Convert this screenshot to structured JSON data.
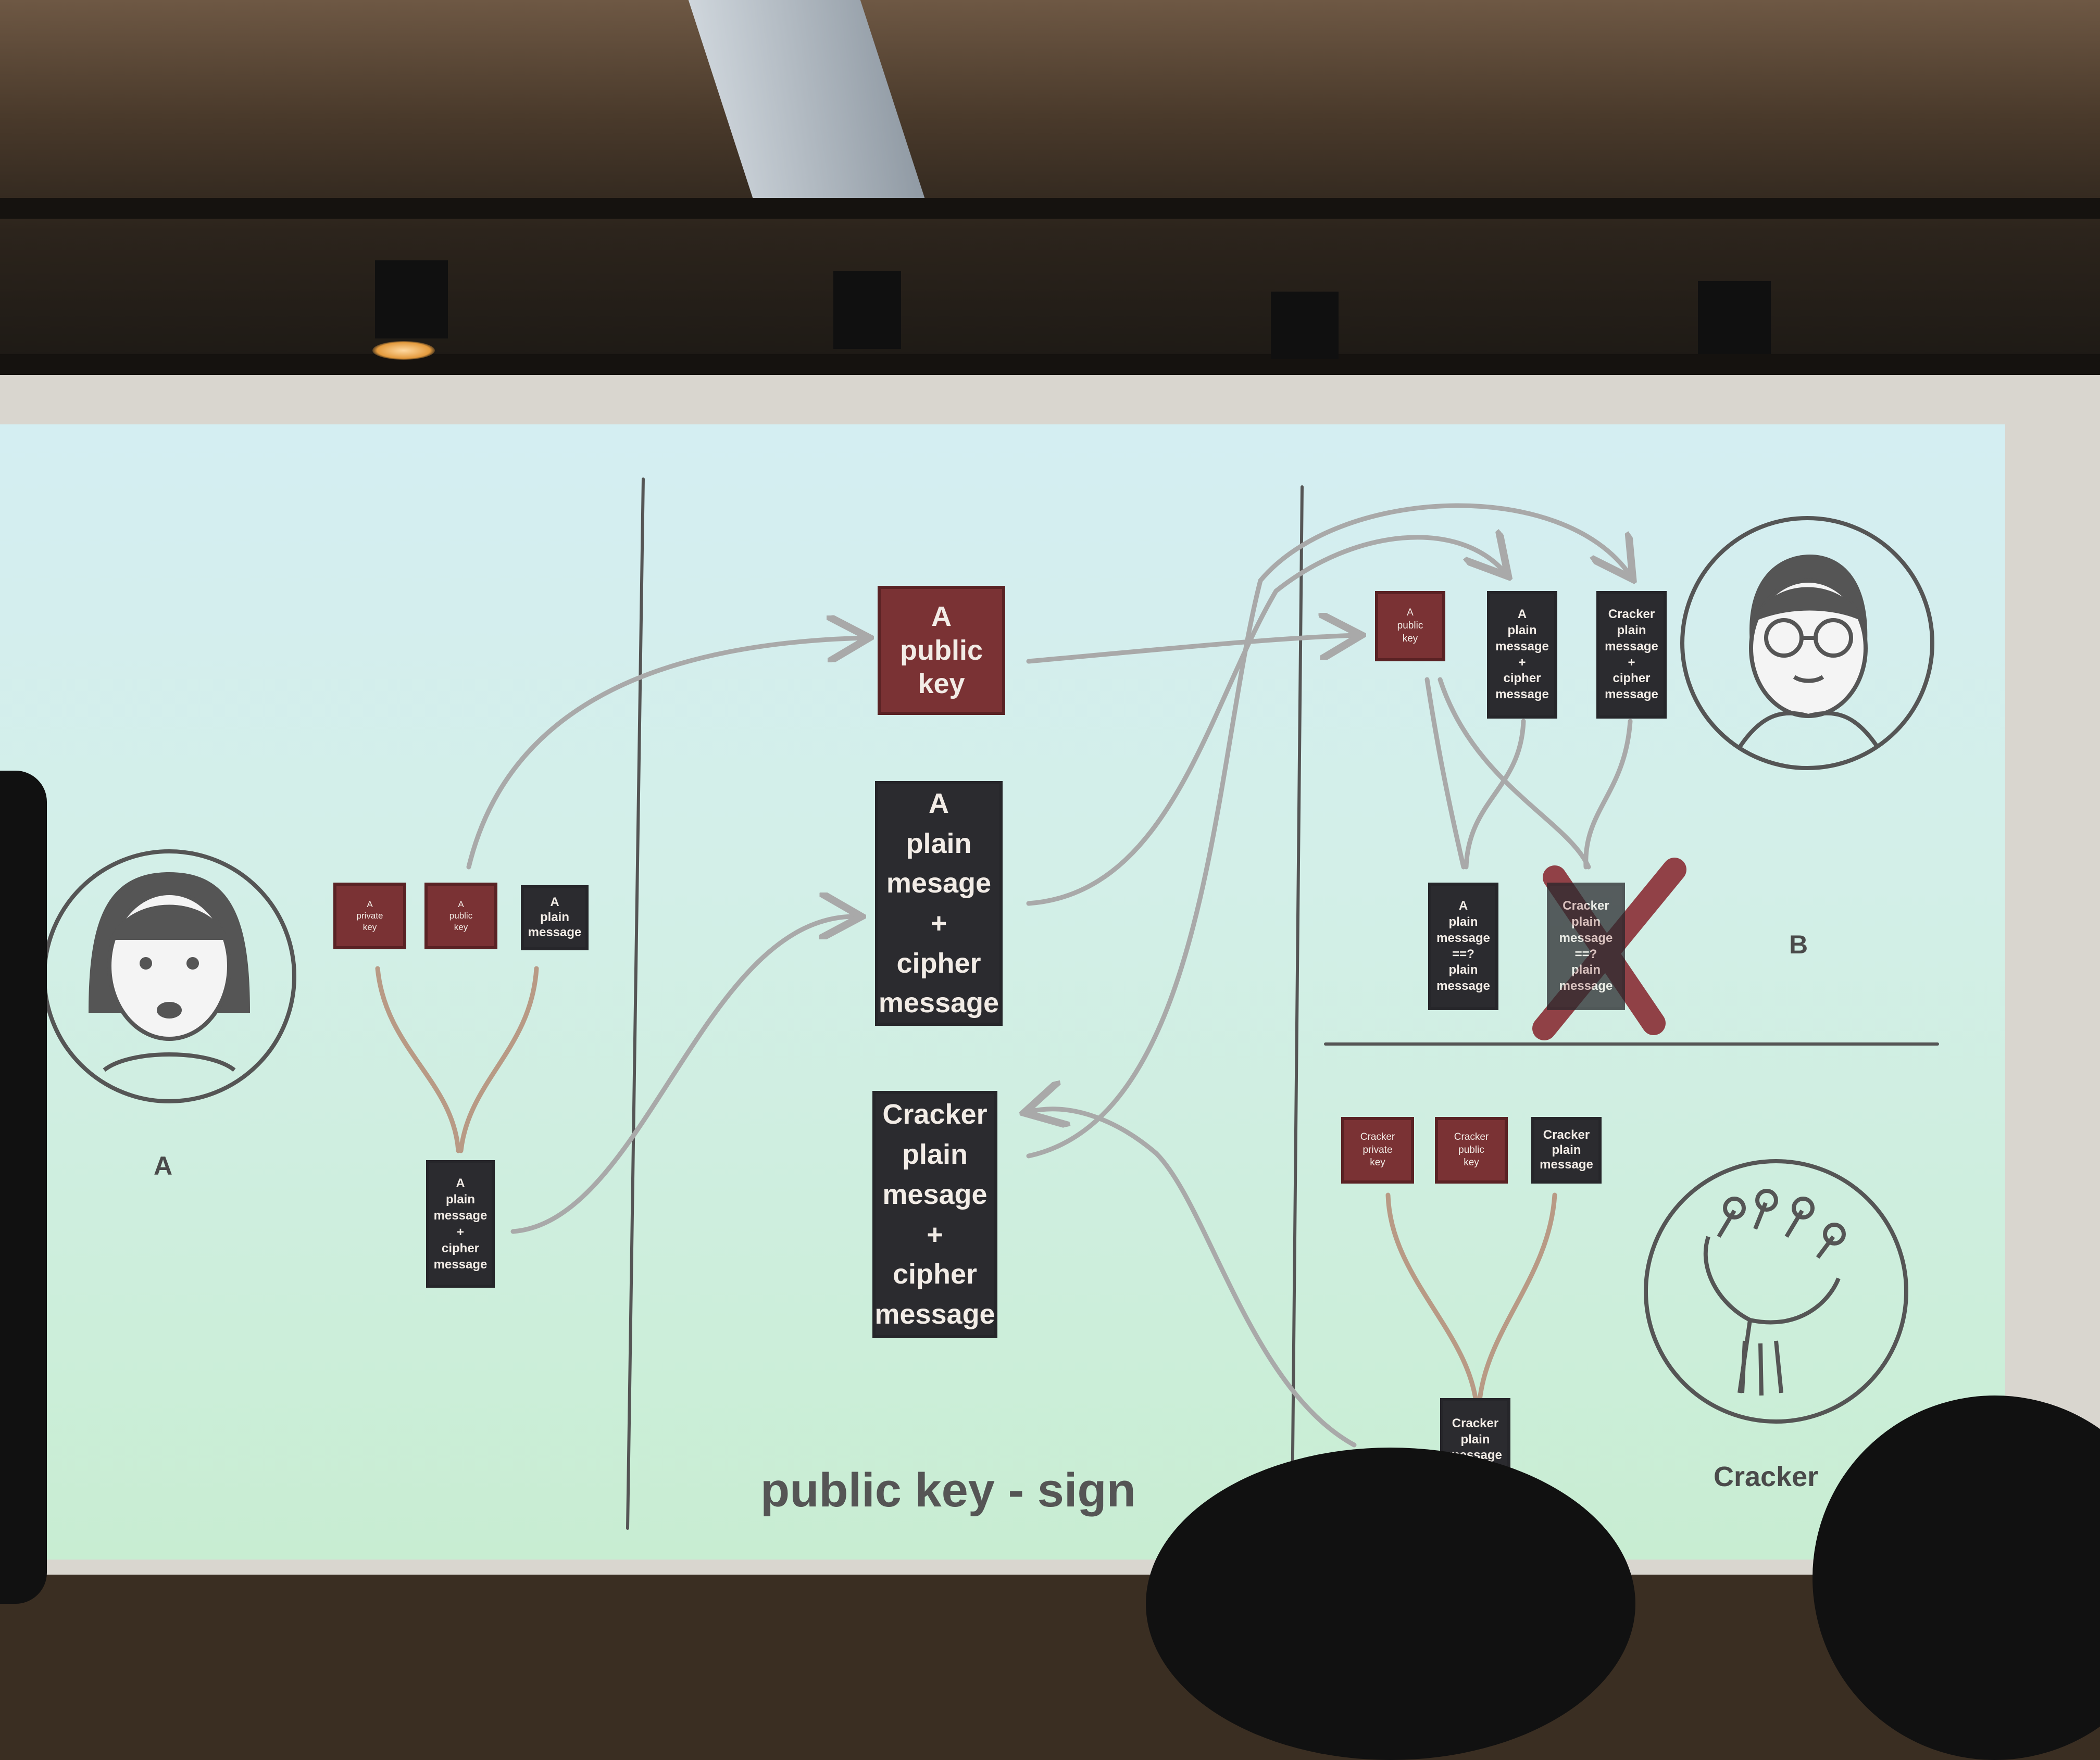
{
  "slide": {
    "title": "public key - sign",
    "actors": {
      "a": "A",
      "b": "B",
      "cracker": "Cracker"
    }
  },
  "center": {
    "public_key": [
      "A",
      "public",
      "key"
    ],
    "a_signed": [
      "A",
      "plain",
      "mesage",
      "+",
      "cipher",
      "message"
    ],
    "cracker_signed": [
      "Cracker",
      "plain",
      "mesage",
      "+",
      "cipher",
      "message"
    ]
  },
  "left": {
    "private_key": [
      "A",
      "private",
      "key"
    ],
    "public_key": [
      "A",
      "public",
      "key"
    ],
    "plain": [
      "A",
      "plain",
      "message"
    ],
    "result": [
      "A",
      "plain",
      "message",
      "+",
      "cipher",
      "message"
    ]
  },
  "right_top": {
    "public_key": [
      "A",
      "public",
      "key"
    ],
    "a_signed": [
      "A",
      "plain",
      "message",
      "+",
      "cipher",
      "message"
    ],
    "cracker_signed": [
      "Cracker",
      "plain",
      "message",
      "+",
      "cipher",
      "message"
    ],
    "verify": [
      "A",
      "plain",
      "message",
      "==?",
      "plain",
      "message"
    ],
    "rejected": [
      "Cracker",
      "plain",
      "message",
      "==?",
      "plain",
      "message"
    ]
  },
  "right_bottom": {
    "private_key": [
      "Cracker",
      "private",
      "key"
    ],
    "public_key": [
      "Cracker",
      "public",
      "key"
    ],
    "plain": [
      "Cracker",
      "plain",
      "message"
    ],
    "result": [
      "Cracker",
      "plain",
      "message"
    ]
  },
  "colors": {
    "key_red": "#7a3234",
    "message_dark": "#2b2b2f",
    "line": "#a9a9a9",
    "cross": "#8a2f36"
  }
}
